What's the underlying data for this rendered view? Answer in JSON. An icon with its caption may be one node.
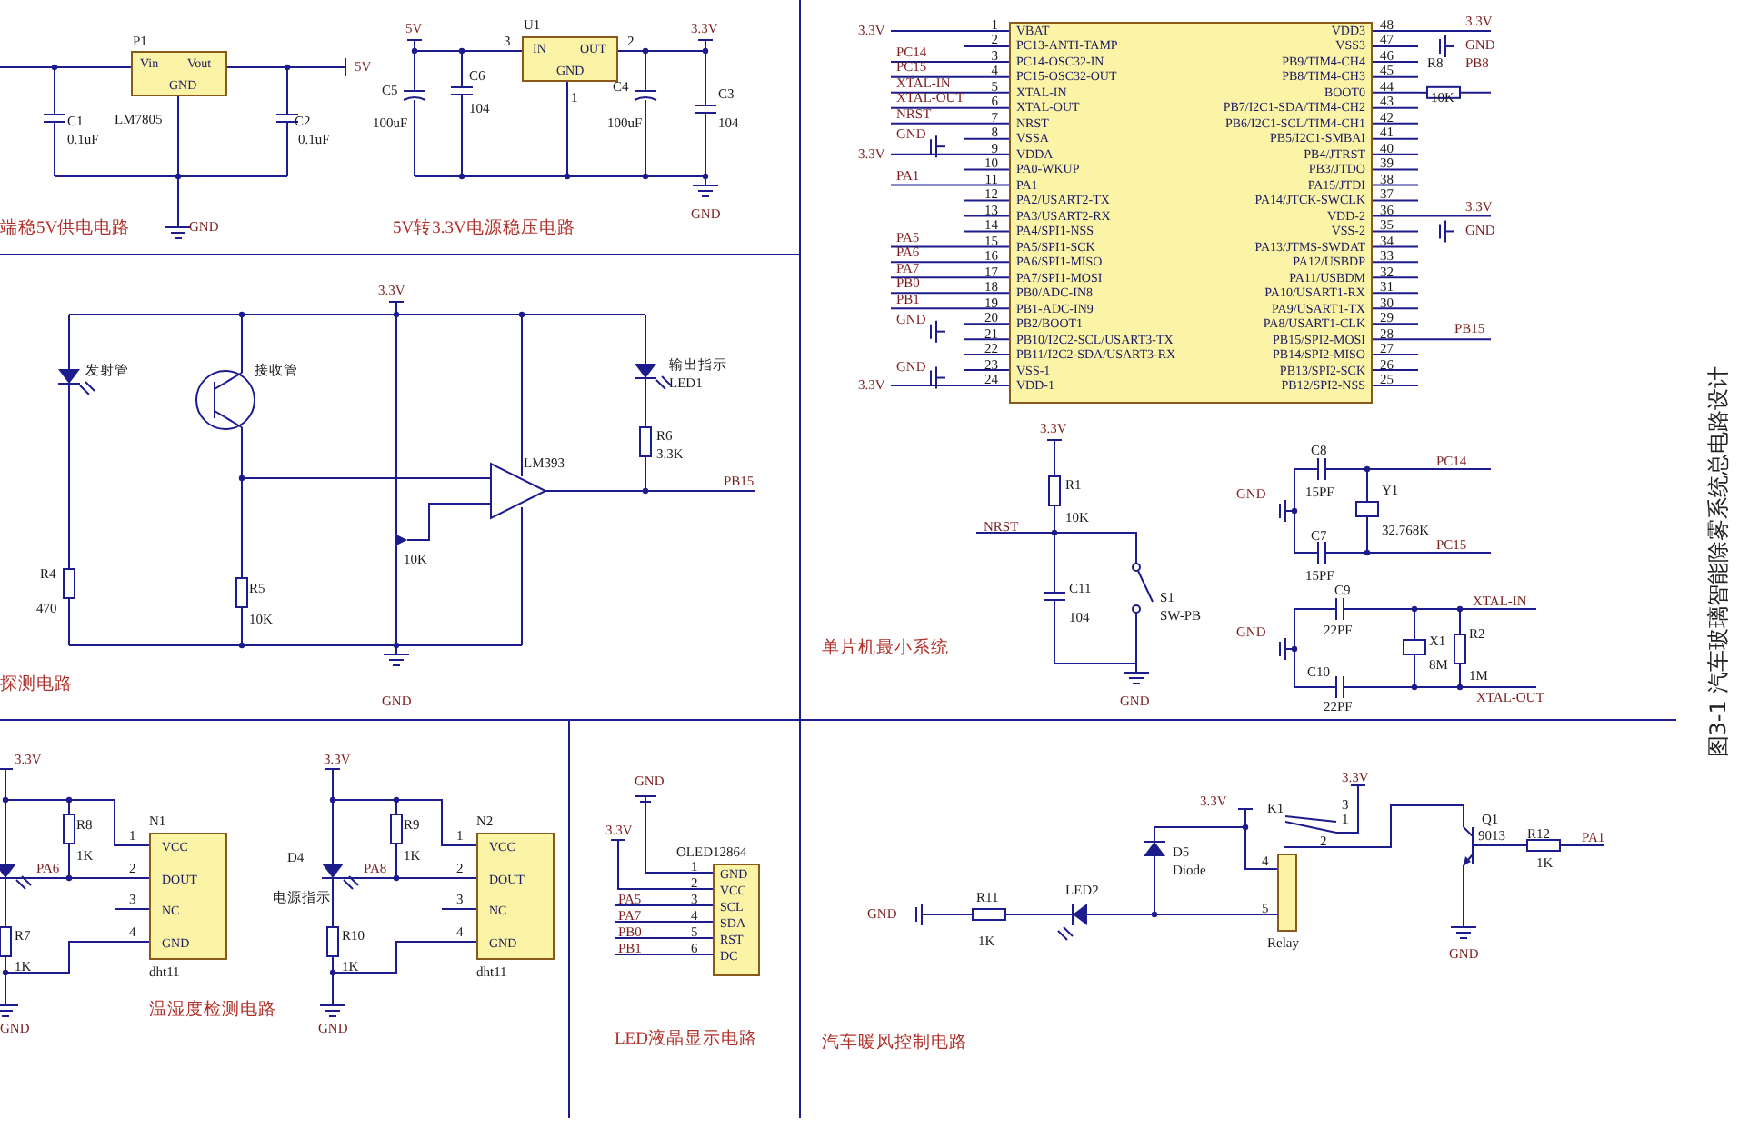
{
  "diagram": {
    "title": "图3-1 汽车玻璃智能除雾系统总电路设计",
    "nodes": [
      {
        "text": [
          "Vin",
          "Vout",
          "GND"
        ],
        "beside": [
          "P1",
          "LM7805"
        ]
      },
      {
        "text": [
          "IN",
          "OUT",
          "GND"
        ],
        "beside": [
          "3",
          "2",
          "1"
        ]
      },
      {
        "text": [
          "VBAT",
          "PC13-ANTI-TAMP",
          "PC14-OSC32-IN",
          "PC15-OSC32-OUT",
          "XTAL-IN",
          "XTAL-OUT",
          "NRST",
          "VSSA",
          "VDDA",
          "PA0-WKUP",
          "PA1",
          "PA2/USART2-TX",
          "PA3/USART2-RX",
          "PA4/SPI1-NSS",
          "PA5/SPI1-SCK",
          "PA6/SPI1-MISO",
          "PA7/SPI1-MOSI",
          "PB0/ADC-IN8",
          "PB1-ADC-IN9",
          "PB2/BOOT1",
          "PB10/I2C2-SCL/USART3-TX",
          "PB11/I2C2-SDA/USART3-RX",
          "VSS-1",
          "VDD-1",
          "VDD3",
          "VSS3",
          "PB9/TIM4-CH4",
          "PB8/TIM4-CH3",
          "BOOT0",
          "PB7/I2C1-SDA/TIM4-CH2",
          "PB6/I2C1-SCL/TIM4-CH1",
          "PB5/I2C1-SMBAI",
          "PB4/JTRST",
          "PB3/JTDO",
          "PA15/JTDI",
          "PA14/JTCK-SWCLK",
          "VDD-2",
          "VSS-2",
          "PA13/JTMS-SWDAT",
          "PA12/USBDP",
          "PA11/USBDM",
          "PA10/USART1-RX",
          "PA9/USART1-TX",
          "PA8/USART1-CLK",
          "PB15/SPI2-MOSI",
          "PB14/SPI2-MISO",
          "PB13/SPI2-SCK",
          "PB12/SPI2-NSS"
        ],
        "beside": [
          "1",
          "2",
          "3",
          "4",
          "5",
          "6",
          "7",
          "8",
          "9",
          "10",
          "11",
          "12",
          "13",
          "14",
          "15",
          "16",
          "17",
          "18",
          "19",
          "20",
          "21",
          "22",
          "23",
          "24",
          "48",
          "47",
          "46",
          "45",
          "44",
          "43",
          "42",
          "41",
          "40",
          "39",
          "38",
          "37",
          "36",
          "35",
          "34",
          "33",
          "32",
          "31",
          "30",
          "29",
          "28",
          "27",
          "26",
          "25"
        ]
      },
      {
        "text": [
          "VCC",
          "DOUT",
          "NC",
          "GND"
        ],
        "beside": [
          "N1",
          "1",
          "2",
          "3",
          "4",
          "dht11"
        ]
      },
      {
        "text": [
          "VCC",
          "DOUT",
          "NC",
          "GND"
        ],
        "beside": [
          "N2",
          "1",
          "2",
          "3",
          "4",
          "dht11"
        ]
      },
      {
        "text": [
          "GND",
          "VCC",
          "SCL",
          "SDA",
          "RST",
          "DC"
        ],
        "beside": [
          "OLED12864",
          "1",
          "2",
          "3",
          "4",
          "5",
          "6"
        ]
      }
    ],
    "labels": [
      "C1",
      "0.1uF",
      "C2",
      "0.1uF",
      "5V",
      "GND",
      "端稳5V供电电路",
      "5V",
      "U1",
      "3.3V",
      "C5",
      "100uF",
      "C6",
      "104",
      "C4",
      "100uF",
      "C3",
      "104",
      "GND",
      "5V转3.3V电源稳压电路",
      "3.3V",
      "发射管",
      "接收管",
      "输出指示",
      "LED1",
      "R6",
      "3.3K",
      "LM393",
      "PB15",
      "10K",
      "R4",
      "470",
      "R5",
      "10K",
      "GND",
      "探测电路",
      "3.3V",
      "PC14",
      "PC15",
      "XTAL-IN",
      "XTAL-OUT",
      "NRST",
      "GND",
      "3.3V",
      "PA1",
      "PA5",
      "PA6",
      "PA7",
      "PB0",
      "PB1",
      "GND",
      "GND",
      "3.3V",
      "3.3V",
      "GND",
      "R8",
      "PB8",
      "10K",
      "3.3V",
      "GND",
      "PB15",
      "3.3V",
      "R1",
      "10K",
      "NRST",
      "C11",
      "104",
      "S1",
      "SW-PB",
      "GND",
      "单片机最小系统",
      "C8",
      "15PF",
      "PC14",
      "Y1",
      "GND",
      "C7",
      "32.768K",
      "15PF",
      "PC15",
      "C9",
      "XTAL-IN",
      "GND",
      "22PF",
      "X1",
      "R2",
      "8M",
      "C10",
      "1M",
      "XTAL-OUT",
      "22PF",
      "3.3V",
      "R8",
      "1K",
      "PA6",
      "R7",
      "1K",
      "GND",
      "D4",
      "电源指示",
      "3.3V",
      "R9",
      "1K",
      "PA8",
      "R10",
      "1K",
      "GND",
      "温湿度检测电路",
      "GND",
      "3.3V",
      "PA5",
      "PA7",
      "PB0",
      "PB1",
      "LED液晶显示电路",
      "3.3V",
      "3.3V",
      "K1",
      "3",
      "1",
      "2",
      "Q1",
      "9013",
      "R12",
      "PA1",
      "D5",
      "4",
      "1K",
      "Diode",
      "LED2",
      "GND",
      "R11",
      "5",
      "Relay",
      "GND",
      "1K",
      "汽车暖风控制电路"
    ]
  }
}
